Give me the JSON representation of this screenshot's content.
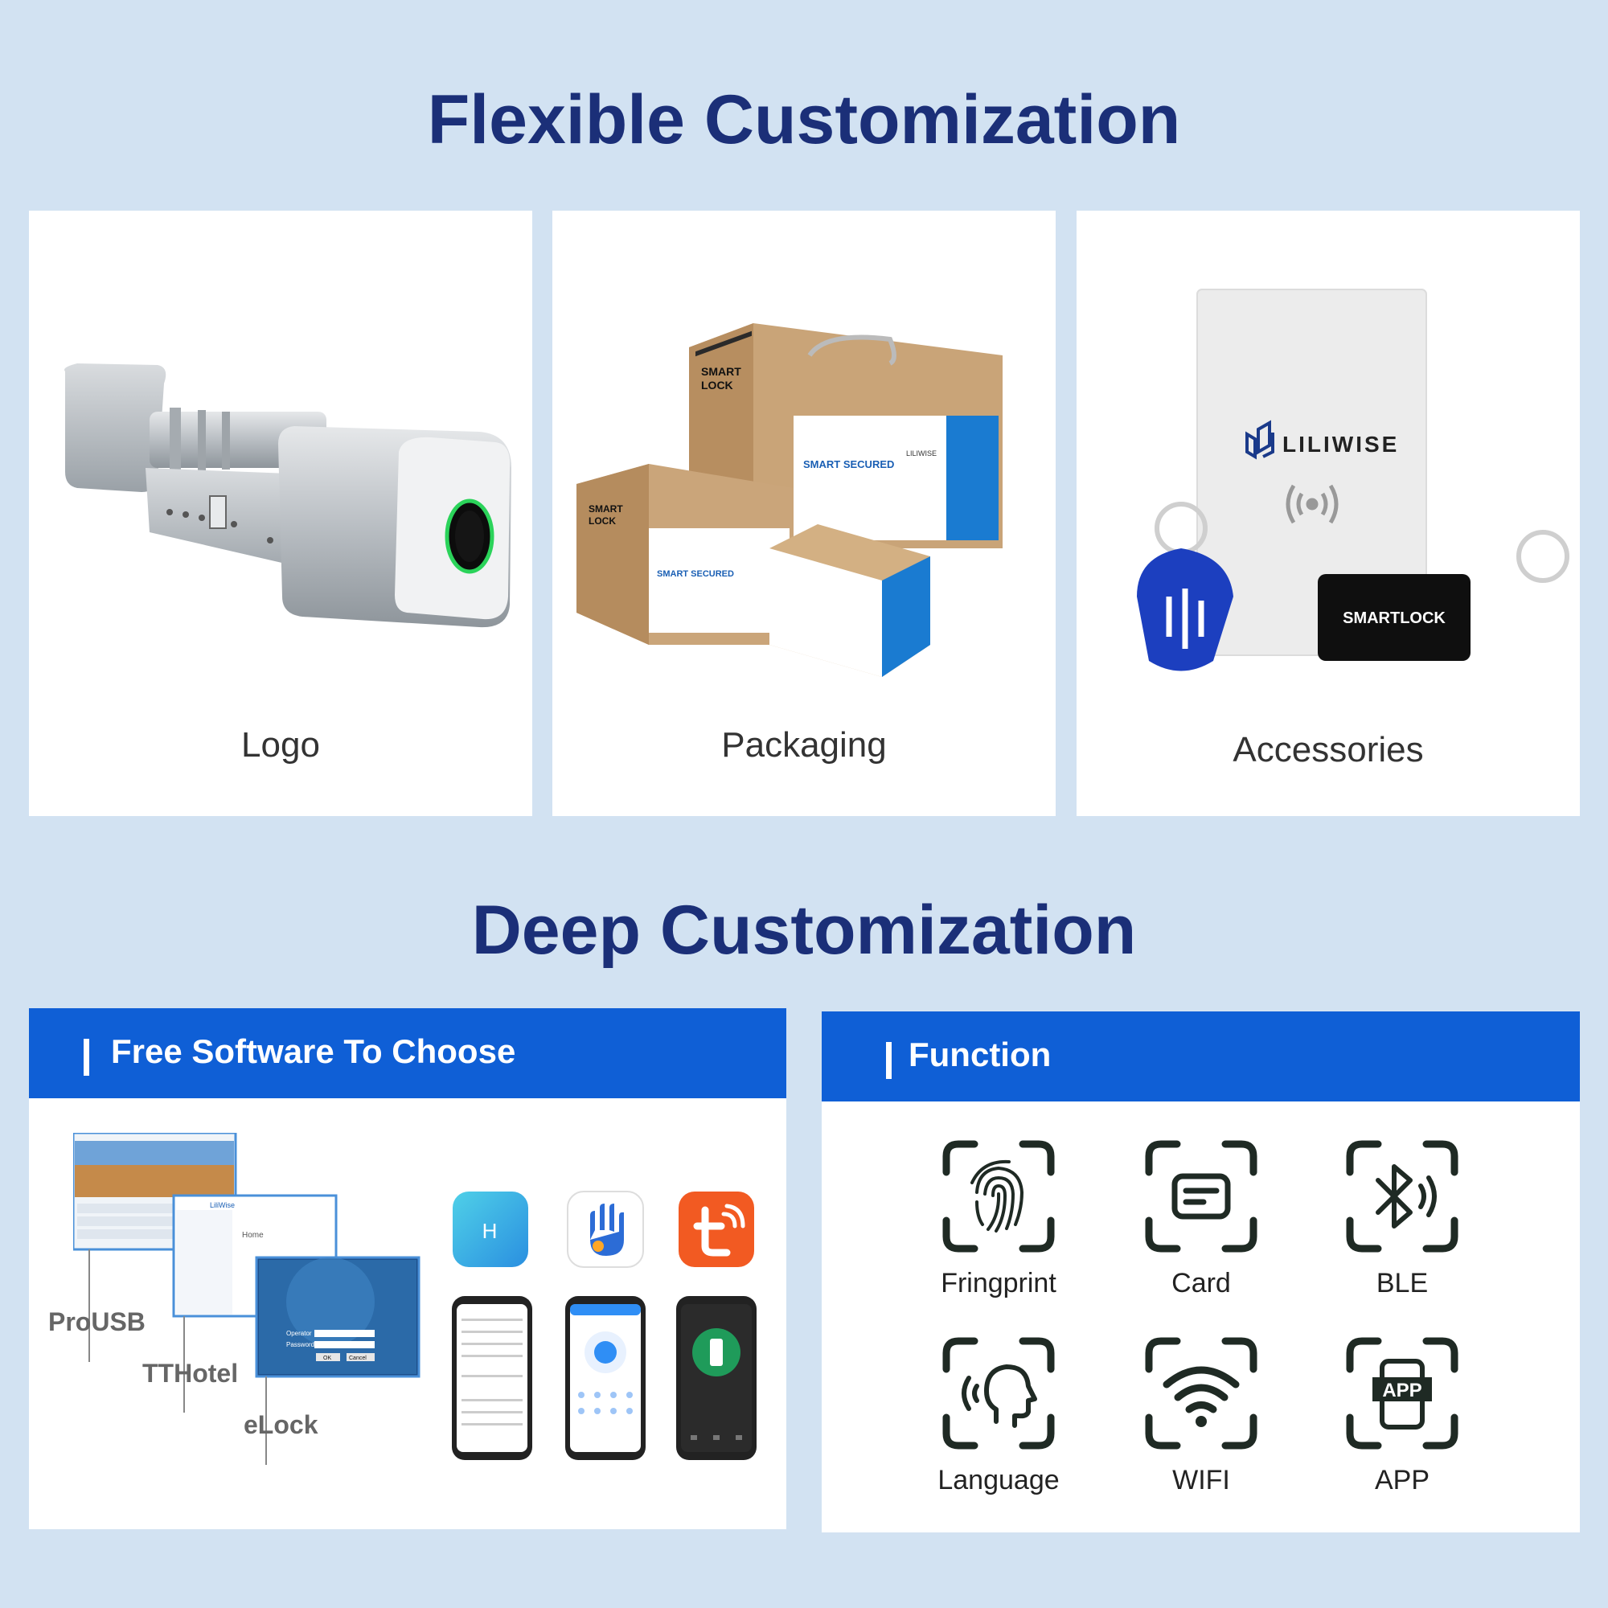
{
  "headings": {
    "flexible": "Flexible Customization",
    "deep": "Deep Customization"
  },
  "cards": [
    {
      "label": "Logo"
    },
    {
      "label": "Packaging"
    },
    {
      "label": "Accessories"
    }
  ],
  "packaging": {
    "box_text_1": "SMART",
    "box_text_2": "LOCK",
    "box_text_3": "SMART SECURED",
    "box_label": "SMART SECURED",
    "brand": "LILIWISE"
  },
  "accessories": {
    "brand": "LILIWISE",
    "fob_text": "SMARTLOCK"
  },
  "software_panel": {
    "title": "Free Software To Choose",
    "labels": [
      "ProUSB",
      "TTHotel",
      "eLock"
    ],
    "screen_texts": {
      "home": "Home",
      "brand": "LiliWise",
      "operator": "Operator",
      "password": "Password",
      "ok": "OK",
      "cancel": "Cancel"
    }
  },
  "function_panel": {
    "title": "Function",
    "items": [
      {
        "label": "Fringprint",
        "icon": "fingerprint-icon"
      },
      {
        "label": "Card",
        "icon": "card-icon"
      },
      {
        "label": "BLE",
        "icon": "bluetooth-icon"
      },
      {
        "label": "Language",
        "icon": "voice-icon"
      },
      {
        "label": "WIFI",
        "icon": "wifi-icon"
      },
      {
        "label": "APP",
        "icon": "app-icon"
      }
    ],
    "app_icon_text": "APP"
  },
  "colors": {
    "background": "#d2e2f2",
    "heading": "#1b2f78",
    "panel_header": "#0f5fd6",
    "icon_stroke": "#1f2a24"
  }
}
